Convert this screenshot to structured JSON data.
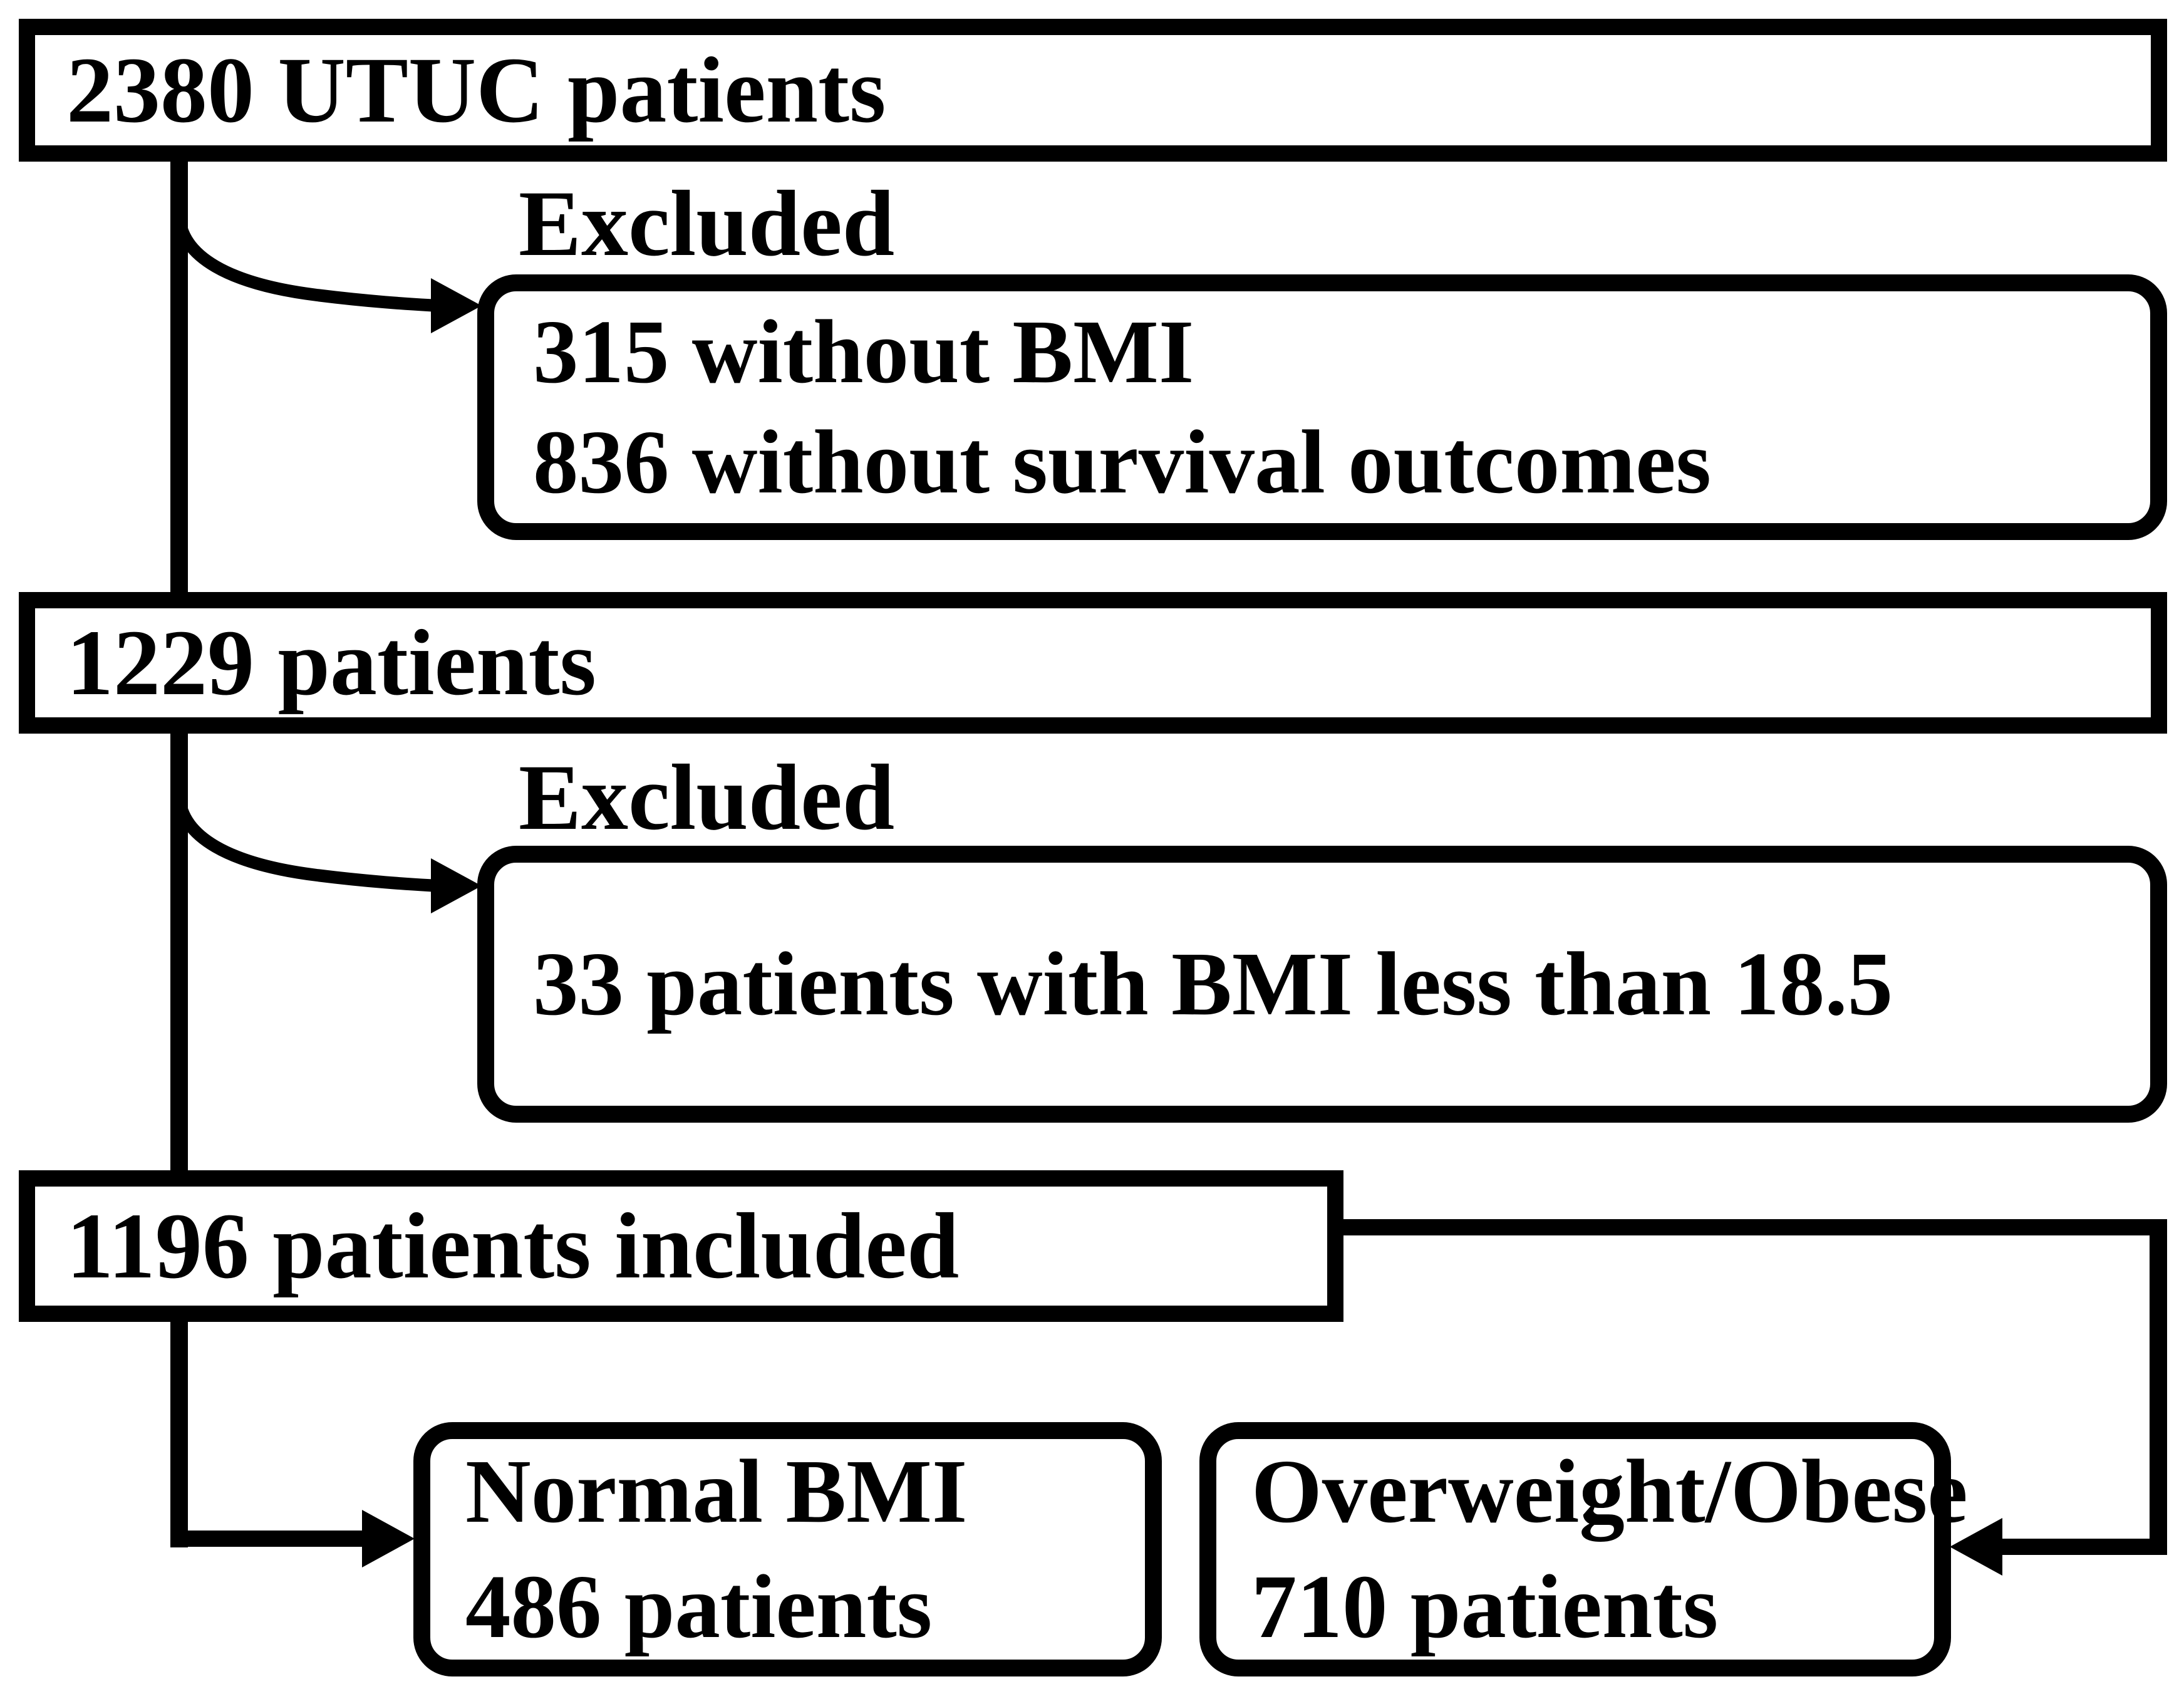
{
  "figure": {
    "background": "#ffffff",
    "ink": "#000000"
  },
  "nodes": {
    "utuc": {
      "label": "2380 UTUC patients"
    },
    "exclusion1": {
      "title": "Excluded",
      "lines": [
        "315 without BMI",
        "836 without survival outcomes"
      ]
    },
    "cohort1229": {
      "label": "1229 patients"
    },
    "exclusion2": {
      "title": "Excluded",
      "lines": [
        "33 patients with BMI less than 18.5"
      ]
    },
    "included": {
      "label": "1196 patients included"
    },
    "normalBmi": {
      "lines": [
        "Normal BMI",
        "486 patients"
      ]
    },
    "overweightObese": {
      "lines": [
        "Overweight/Obese",
        "710 patients"
      ]
    }
  }
}
